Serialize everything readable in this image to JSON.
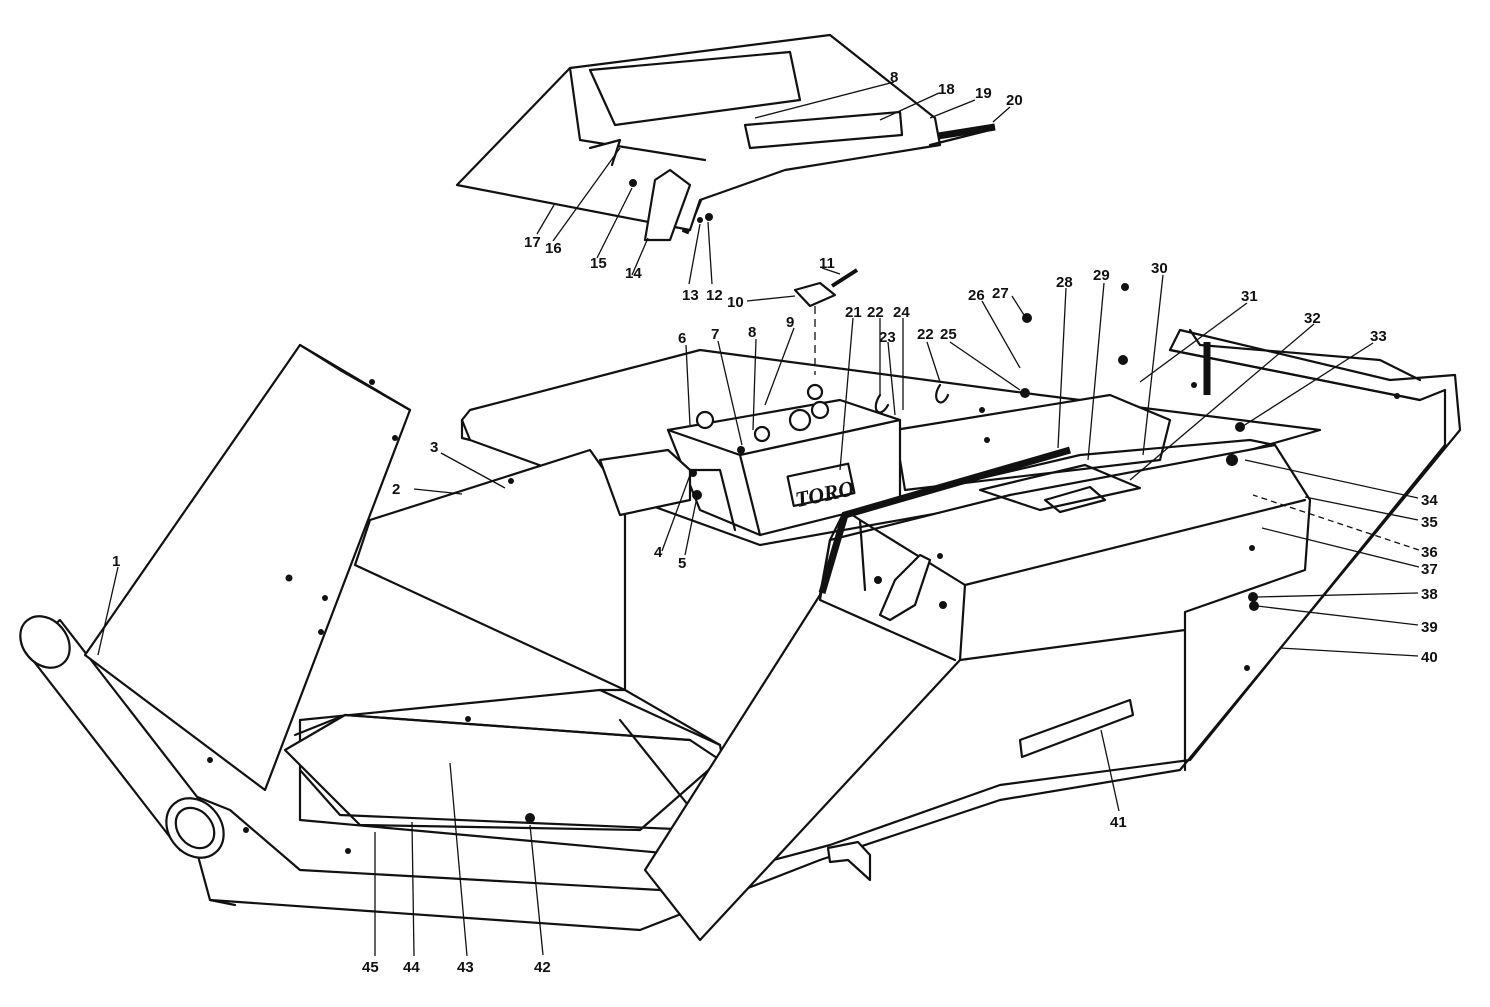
{
  "brand_text": "TORO",
  "callouts": [
    {
      "label": "1"
    },
    {
      "label": "2"
    },
    {
      "label": "3"
    },
    {
      "label": "4"
    },
    {
      "label": "5"
    },
    {
      "label": "6"
    },
    {
      "label": "7"
    },
    {
      "label": "8"
    },
    {
      "label": "9"
    },
    {
      "label": "10"
    },
    {
      "label": "11"
    },
    {
      "label": "12"
    },
    {
      "label": "13"
    },
    {
      "label": "14"
    },
    {
      "label": "15"
    },
    {
      "label": "16"
    },
    {
      "label": "17"
    },
    {
      "label": "8"
    },
    {
      "label": "18"
    },
    {
      "label": "19"
    },
    {
      "label": "20"
    },
    {
      "label": "21"
    },
    {
      "label": "22"
    },
    {
      "label": "23"
    },
    {
      "label": "24"
    },
    {
      "label": "22"
    },
    {
      "label": "25"
    },
    {
      "label": "26"
    },
    {
      "label": "27"
    },
    {
      "label": "28"
    },
    {
      "label": "29"
    },
    {
      "label": "30"
    },
    {
      "label": "31"
    },
    {
      "label": "32"
    },
    {
      "label": "33"
    },
    {
      "label": "34"
    },
    {
      "label": "35"
    },
    {
      "label": "36"
    },
    {
      "label": "37"
    },
    {
      "label": "38"
    },
    {
      "label": "39"
    },
    {
      "label": "40"
    },
    {
      "label": "41"
    },
    {
      "label": "42"
    },
    {
      "label": "43"
    },
    {
      "label": "44"
    },
    {
      "label": "45"
    }
  ]
}
